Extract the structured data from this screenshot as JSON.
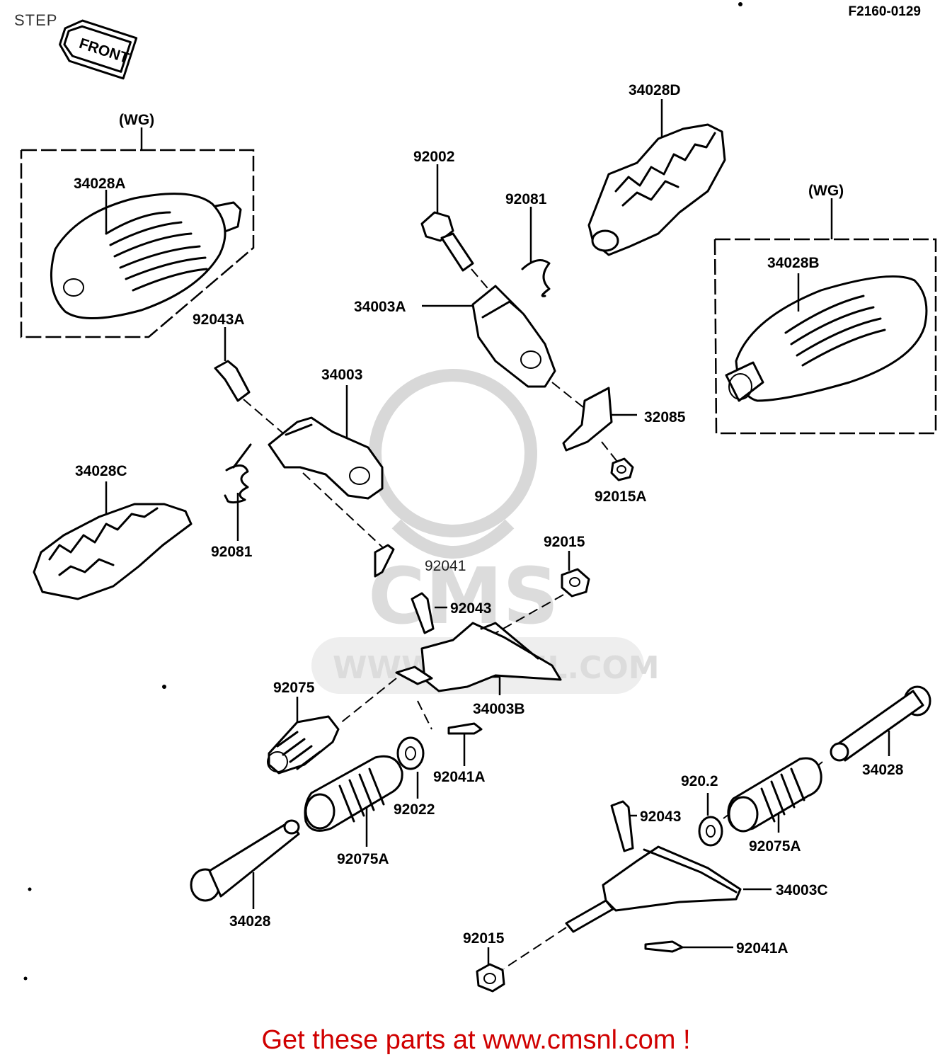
{
  "page": {
    "title": "STEP",
    "diagram_code": "F2160-0129",
    "front_badge": "FRONT",
    "footer_text": "Get these parts at www.cmsnl.com !",
    "watermark_text": "WWW.CMSNL.COM",
    "watermark_logo": "CMS"
  },
  "callouts": {
    "c_34028A": "34028A",
    "c_WG_left": "(WG)",
    "c_34028D": "34028D",
    "c_WG_right": "(WG)",
    "c_34028B": "34028B",
    "c_92002": "92002",
    "c_92081_top": "92081",
    "c_34003A": "34003A",
    "c_92043A": "92043A",
    "c_34003": "34003",
    "c_32085": "32085",
    "c_92015A": "92015A",
    "c_34028C": "34028C",
    "c_92081_left": "92081",
    "c_92041": "92041",
    "c_92015_mid": "92015",
    "c_92043_mid": "92043",
    "c_92075": "92075",
    "c_34003B": "34003B",
    "c_92041A_mid": "92041A",
    "c_92022_mid": "92022",
    "c_92075A_left": "92075A",
    "c_34028_left": "34028",
    "c_34028_right": "34028",
    "c_92022_right": "920.2",
    "c_92043_right": "92043",
    "c_92075A_right": "92075A",
    "c_34003C": "34003C",
    "c_92015_bottom": "92015",
    "c_92041A_bottom": "92041A"
  }
}
